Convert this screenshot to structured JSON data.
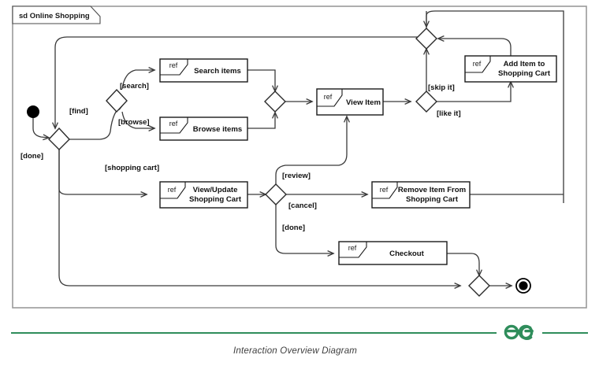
{
  "diagram": {
    "frame_label": "sd Online Shopping",
    "caption": "Interaction Overview Diagram",
    "type": "uml-interaction-overview-diagram",
    "ref_keyword": "ref",
    "nodes": {
      "initial": {
        "name": "initial-node",
        "kind": "initial"
      },
      "final": {
        "name": "final-node",
        "kind": "final"
      },
      "decision_main": {
        "name": "decision-find",
        "kind": "decision"
      },
      "decision_search_browse": {
        "name": "decision-search-browse",
        "kind": "decision"
      },
      "merge_items": {
        "name": "merge-items",
        "kind": "merge"
      },
      "merge_top": {
        "name": "merge-top",
        "kind": "merge"
      },
      "decision_like": {
        "name": "decision-like-skip",
        "kind": "decision"
      },
      "decision_cart": {
        "name": "decision-cart-action",
        "kind": "decision"
      },
      "merge_end": {
        "name": "merge-end",
        "kind": "merge"
      }
    },
    "refs": [
      {
        "id": "search-items",
        "keyword": "ref",
        "title_lines": [
          "Search items"
        ]
      },
      {
        "id": "browse-items",
        "keyword": "ref",
        "title_lines": [
          "Browse items"
        ]
      },
      {
        "id": "view-item",
        "keyword": "ref",
        "title_lines": [
          "View Item"
        ]
      },
      {
        "id": "add-item-to-shopping-cart",
        "keyword": "ref",
        "title_lines": [
          "Add Item to",
          "Shopping Cart"
        ]
      },
      {
        "id": "view-update-shopping-cart",
        "keyword": "ref",
        "title_lines": [
          "View/Update",
          "Shopping Cart"
        ]
      },
      {
        "id": "remove-item-from-shopping-cart",
        "keyword": "ref",
        "title_lines": [
          "Remove Item From",
          "Shopping Cart"
        ]
      },
      {
        "id": "checkout",
        "keyword": "ref",
        "title_lines": [
          "Checkout"
        ]
      }
    ],
    "guards": [
      {
        "id": "guard-find",
        "text": "[find]"
      },
      {
        "id": "guard-done-start",
        "text": "[done]"
      },
      {
        "id": "guard-search",
        "text": "[search]"
      },
      {
        "id": "guard-browse",
        "text": "[browse]"
      },
      {
        "id": "guard-shopping-cart",
        "text": "[shopping cart]"
      },
      {
        "id": "guard-skip-it",
        "text": "[skip it]"
      },
      {
        "id": "guard-like-it",
        "text": "[like it]"
      },
      {
        "id": "guard-review",
        "text": "[review]"
      },
      {
        "id": "guard-cancel",
        "text": "[cancel]"
      },
      {
        "id": "guard-done-cart",
        "text": "[done]"
      }
    ]
  },
  "footer": {
    "caption": "Interaction Overview Diagram",
    "logo_alt": "geeksforgeeks-logo",
    "brand_color": "#2f8d5b",
    "divider_color": "#2f8d5b"
  }
}
